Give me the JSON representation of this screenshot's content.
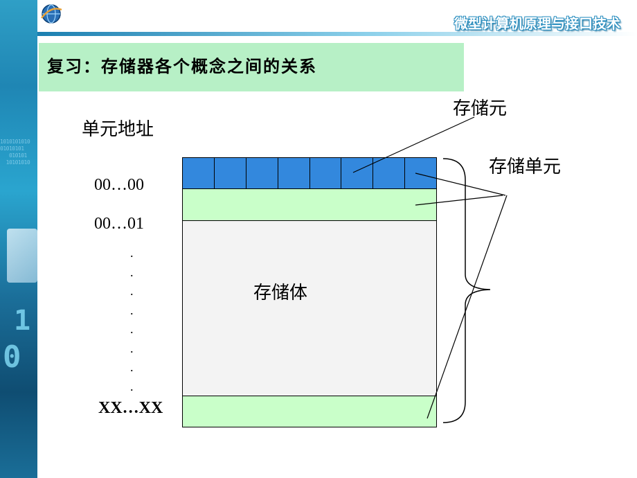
{
  "header": {
    "course_title": "微型计算机原理与接口技术",
    "logo_icon": "globe-logo-icon"
  },
  "section": {
    "title": "复习：存储器各个概念之间的关系"
  },
  "diagram": {
    "address_label": "单元地址",
    "addresses": [
      "00…00",
      "00…01",
      "XX…XX"
    ],
    "ellipsis_dot": ".",
    "memory_cell_label": "存储元",
    "memory_unit_label": "存储单元",
    "memory_body_label": "存储体",
    "bit_cell_count": 8
  },
  "colors": {
    "bit_cells": "#3388dd",
    "memory_unit_rows": "#c9ffc9",
    "memory_body": "#f3f3f3",
    "banner": "#b7f0c6",
    "accent_blue": "#1b7fb0"
  }
}
